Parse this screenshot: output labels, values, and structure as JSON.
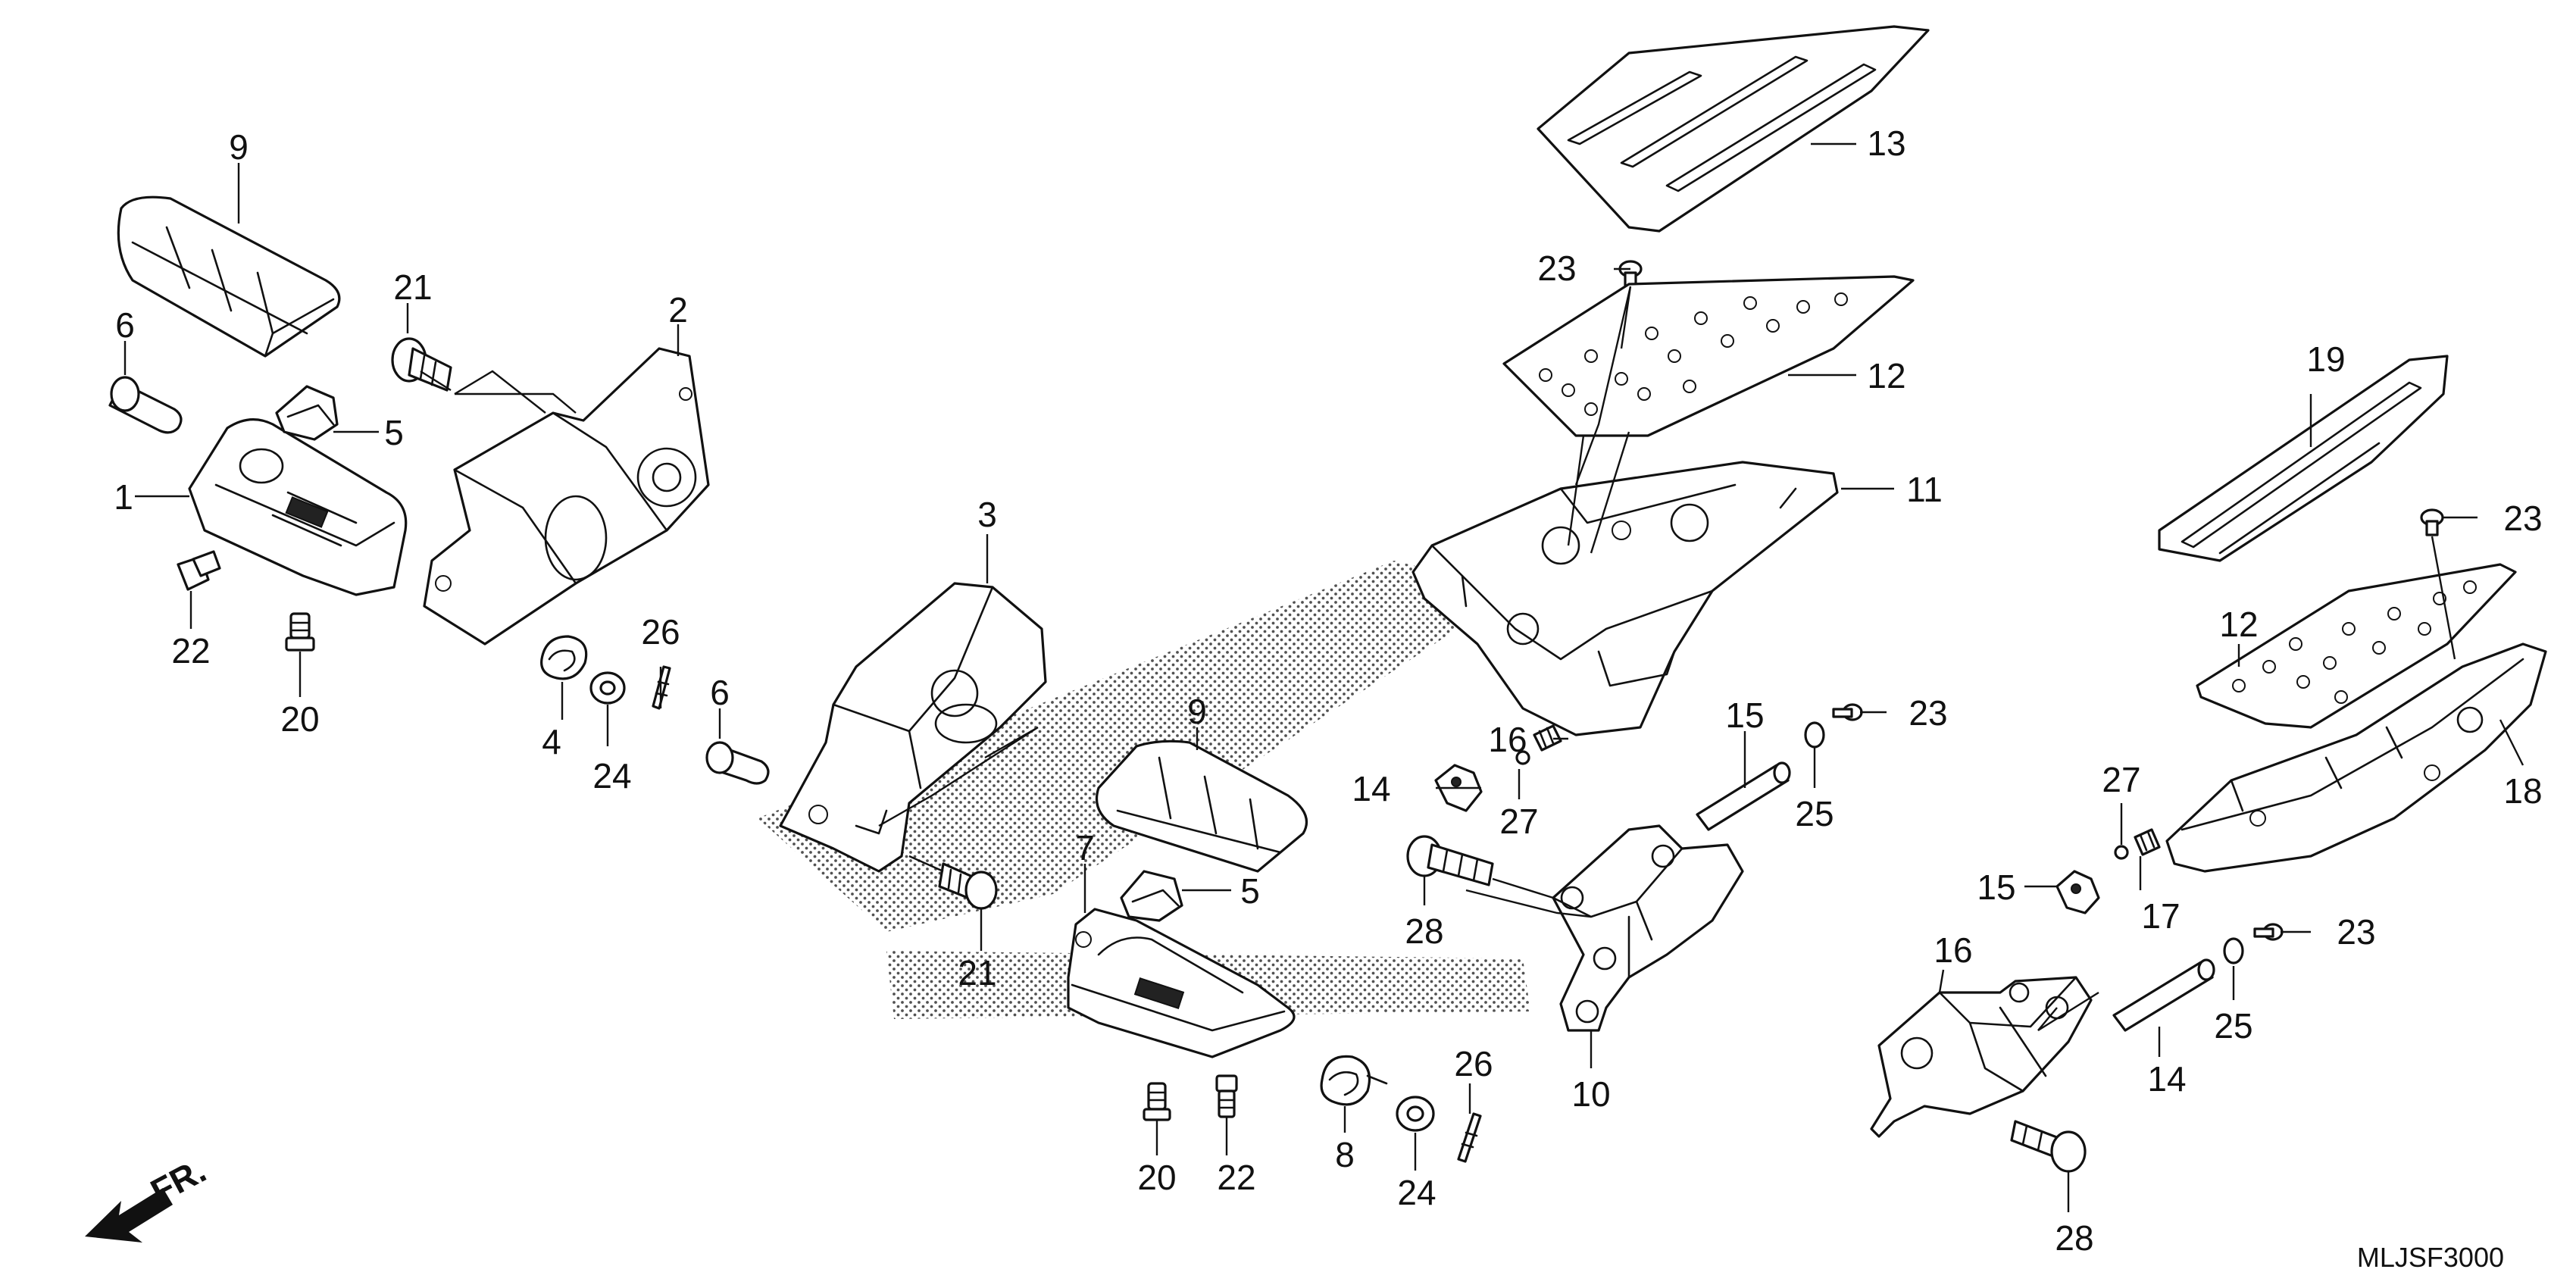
{
  "diagram": {
    "drawing_code": "MLJSF3000",
    "front_marker": "FR.",
    "callouts": [
      {
        "id": "c1",
        "text": "1"
      },
      {
        "id": "c2",
        "text": "2"
      },
      {
        "id": "c3",
        "text": "3"
      },
      {
        "id": "c4",
        "text": "4"
      },
      {
        "id": "c5a",
        "text": "5"
      },
      {
        "id": "c5b",
        "text": "5"
      },
      {
        "id": "c6a",
        "text": "6"
      },
      {
        "id": "c6b",
        "text": "6"
      },
      {
        "id": "c7",
        "text": "7"
      },
      {
        "id": "c8",
        "text": "8"
      },
      {
        "id": "c9a",
        "text": "9"
      },
      {
        "id": "c9b",
        "text": "9"
      },
      {
        "id": "c10",
        "text": "10"
      },
      {
        "id": "c11",
        "text": "11"
      },
      {
        "id": "c12a",
        "text": "12"
      },
      {
        "id": "c12b",
        "text": "12"
      },
      {
        "id": "c13",
        "text": "13"
      },
      {
        "id": "c14a",
        "text": "14"
      },
      {
        "id": "c14b",
        "text": "14"
      },
      {
        "id": "c15a",
        "text": "15"
      },
      {
        "id": "c15b",
        "text": "15"
      },
      {
        "id": "c16a",
        "text": "16"
      },
      {
        "id": "c16b",
        "text": "16"
      },
      {
        "id": "c17",
        "text": "17"
      },
      {
        "id": "c18",
        "text": "18"
      },
      {
        "id": "c19",
        "text": "19"
      },
      {
        "id": "c20a",
        "text": "20"
      },
      {
        "id": "c20b",
        "text": "20"
      },
      {
        "id": "c21a",
        "text": "21"
      },
      {
        "id": "c21b",
        "text": "21"
      },
      {
        "id": "c22a",
        "text": "22"
      },
      {
        "id": "c22b",
        "text": "22"
      },
      {
        "id": "c23a",
        "text": "23"
      },
      {
        "id": "c23b",
        "text": "23"
      },
      {
        "id": "c23c",
        "text": "23"
      },
      {
        "id": "c23d",
        "text": "23"
      },
      {
        "id": "c24a",
        "text": "24"
      },
      {
        "id": "c24b",
        "text": "24"
      },
      {
        "id": "c25a",
        "text": "25"
      },
      {
        "id": "c25b",
        "text": "25"
      },
      {
        "id": "c26a",
        "text": "26"
      },
      {
        "id": "c26b",
        "text": "26"
      },
      {
        "id": "c27a",
        "text": "27"
      },
      {
        "id": "c27b",
        "text": "27"
      },
      {
        "id": "c28a",
        "text": "28"
      },
      {
        "id": "c28b",
        "text": "28"
      }
    ]
  }
}
